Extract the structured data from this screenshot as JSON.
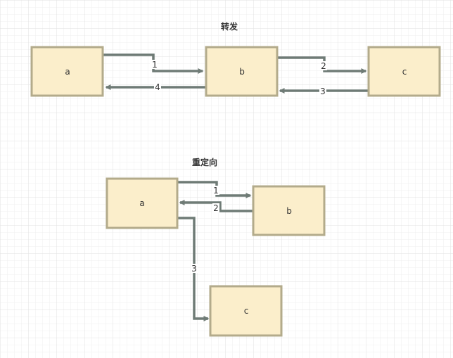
{
  "colors": {
    "grid_line": "#e6e6e6",
    "node_fill": "#fbeecb",
    "node_stroke": "#b3ab8b",
    "edge": "#6f7b76"
  },
  "forward": {
    "title": "转发",
    "nodes": {
      "a": "a",
      "b": "b",
      "c": "c"
    },
    "edges": {
      "e1": "1",
      "e2": "2",
      "e3": "3",
      "e4": "4"
    }
  },
  "redirect": {
    "title": "重定向",
    "nodes": {
      "a": "a",
      "b": "b",
      "c": "c"
    },
    "edges": {
      "e1": "1",
      "e2": "2",
      "e3": "3"
    }
  }
}
